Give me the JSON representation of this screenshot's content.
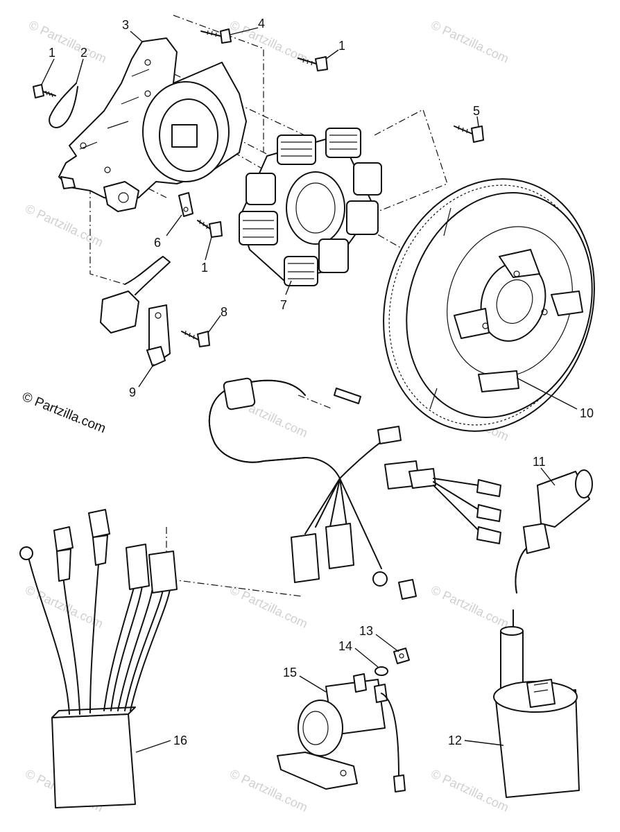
{
  "callouts": {
    "c1a": "1",
    "c2": "2",
    "c3": "3",
    "c4": "4",
    "c1b": "1",
    "c5": "5",
    "c6": "6",
    "c1c": "1",
    "c7": "7",
    "c8": "8",
    "c9": "9",
    "c10": "10",
    "c11": "11",
    "c12": "12",
    "c13": "13",
    "c14": "14",
    "c15": "15",
    "c16": "16"
  },
  "copyright": {
    "line1": "© Partzilla",
    "line2": ".com"
  },
  "watermark": {
    "text": "© Partzilla.com"
  }
}
